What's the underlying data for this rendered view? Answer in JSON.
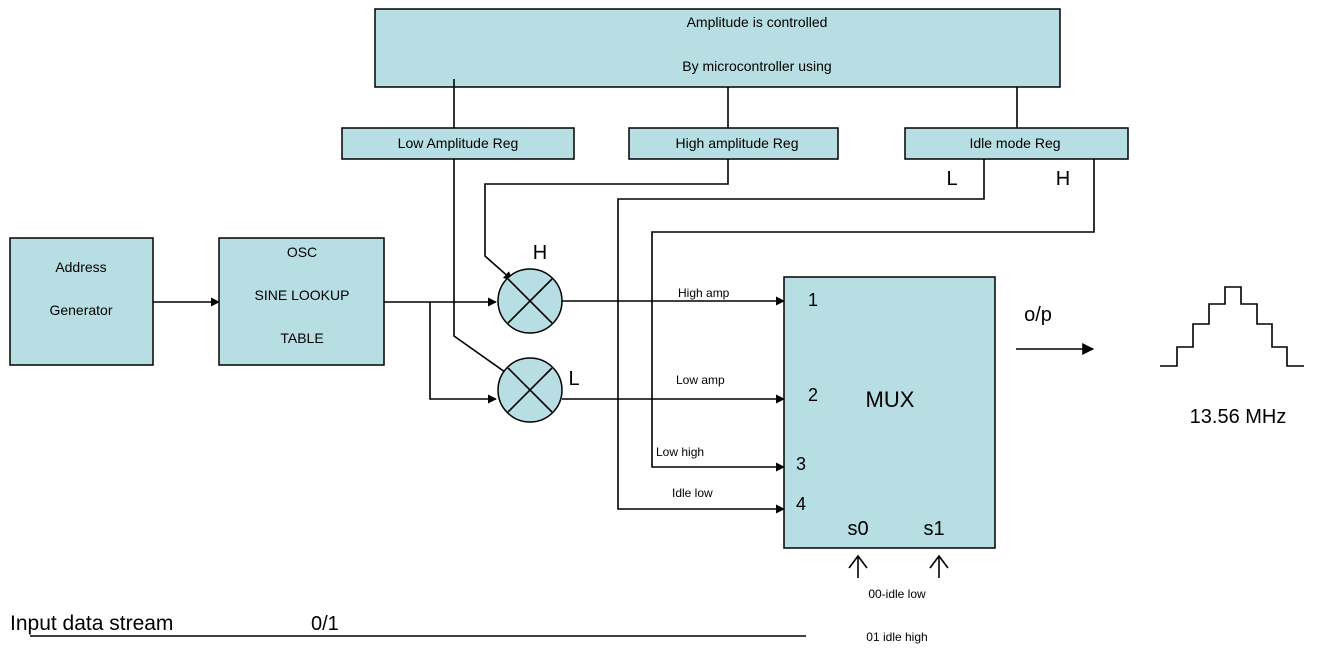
{
  "controller": {
    "line1": "Amplitude is controlled",
    "line2": "By microcontroller using"
  },
  "registers": {
    "low": "Low Amplitude Reg",
    "high": "High  amplitude Reg",
    "idle": "Idle mode Reg",
    "idle_out_low": "L",
    "idle_out_high": "H"
  },
  "address_generator": {
    "line1": "Address",
    "line2": "Generator"
  },
  "oscillator": {
    "line1": "OSC",
    "line2": "SINE LOOKUP",
    "line3": "TABLE"
  },
  "mixers": {
    "high_label": "H",
    "low_label": "L"
  },
  "signals": {
    "high_amp": "High amp",
    "low_amp": "Low amp",
    "low_high": "Low high",
    "idle_low": "Idle low"
  },
  "mux": {
    "title": "MUX",
    "inputs": [
      "1",
      "2",
      "3",
      "4"
    ],
    "select0": "s0",
    "select1": "s1"
  },
  "output": {
    "label": "o/p",
    "frequency": "13.56 MHz"
  },
  "select_notes": {
    "line1": "00-idle low",
    "line2": "01 idle high"
  },
  "input_stream": {
    "label": "Input data stream",
    "value": "0/1"
  },
  "colors": {
    "box_fill": "#b7dfe3",
    "stroke": "#000000"
  }
}
